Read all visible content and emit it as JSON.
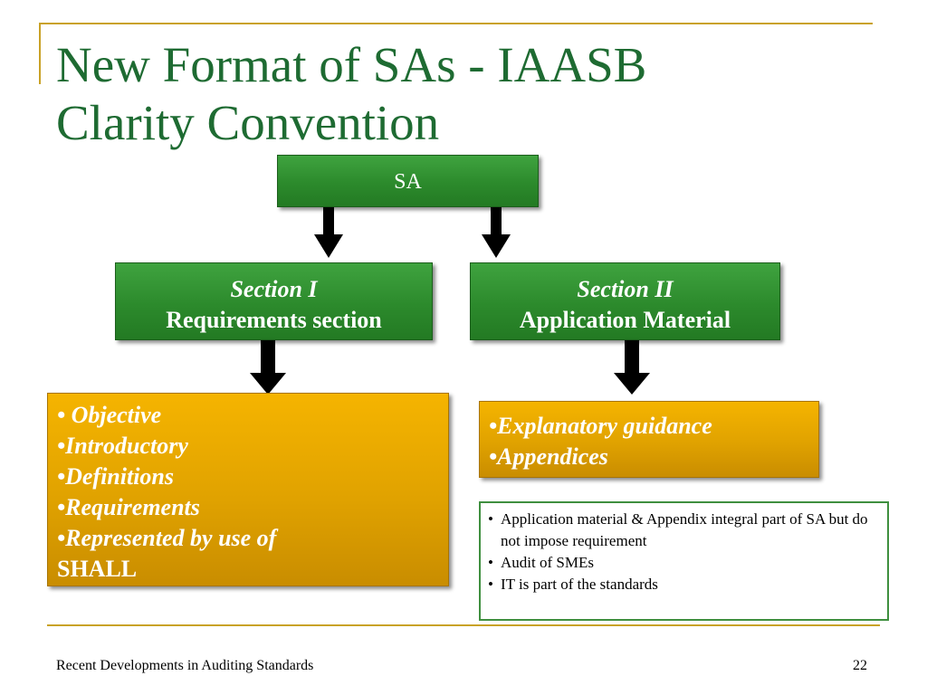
{
  "title": {
    "line1": "New Format of SAs - IAASB",
    "line2": "Clarity Convention"
  },
  "sa_box": {
    "label": "SA"
  },
  "section1": {
    "title": "Section I",
    "subtitle": "Requirements section"
  },
  "section2": {
    "title": "Section II",
    "subtitle": "Application Material"
  },
  "requirements_list": {
    "items": [
      "• Objective",
      "•Introductory",
      "•Definitions",
      "•Requirements",
      "•Represented by use of"
    ],
    "tail": "SHALL"
  },
  "application_list": {
    "items": [
      "•Explanatory guidance",
      "•Appendices"
    ]
  },
  "notes": {
    "bullet": "•",
    "items": [
      "Application material & Appendix integral part of SA but do not impose requirement",
      "Audit of SMEs",
      "IT is part of the standards"
    ]
  },
  "footer": {
    "left": "Recent Developments in Auditing Standards",
    "page": "22"
  },
  "colors": {
    "title": "#1e6b32",
    "frame": "#c9a227",
    "green_box": "#2c8a2c",
    "gold_box": "#e0a200",
    "note_border": "#3f8f3f"
  }
}
